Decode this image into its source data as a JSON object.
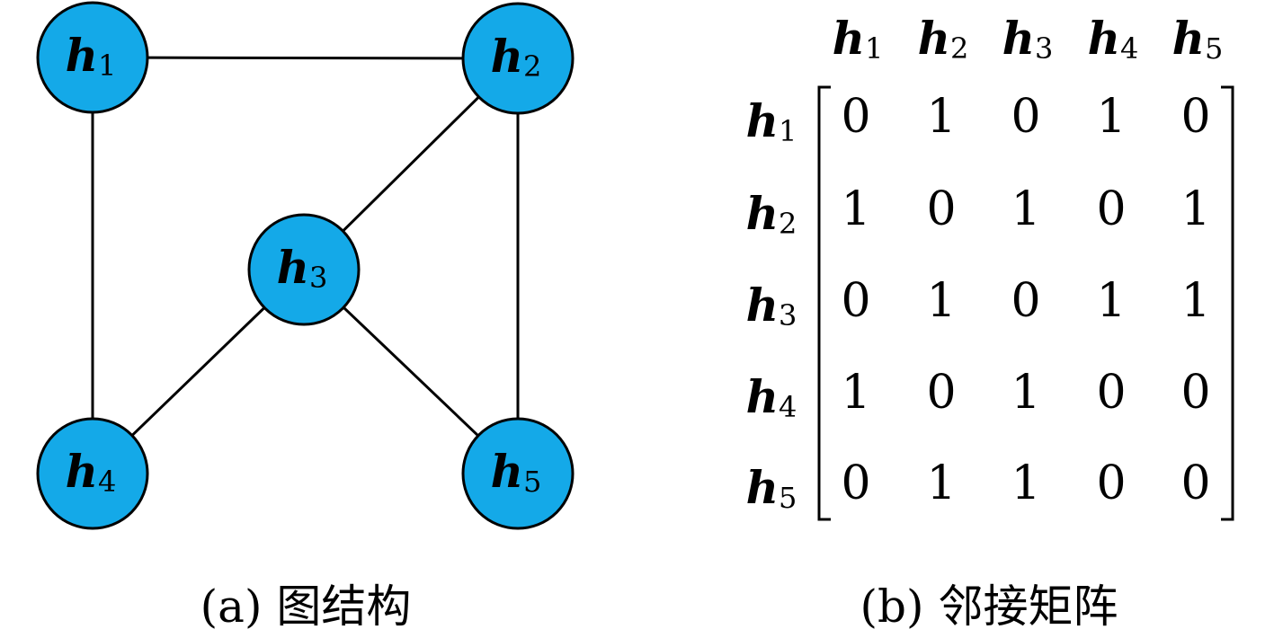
{
  "graph": {
    "node_color": "#14A9E8",
    "nodes": [
      {
        "id": "h1",
        "base": "h",
        "sub": "1"
      },
      {
        "id": "h2",
        "base": "h",
        "sub": "2"
      },
      {
        "id": "h3",
        "base": "h",
        "sub": "3"
      },
      {
        "id": "h4",
        "base": "h",
        "sub": "4"
      },
      {
        "id": "h5",
        "base": "h",
        "sub": "5"
      }
    ],
    "edges": [
      [
        "h1",
        "h2"
      ],
      [
        "h1",
        "h4"
      ],
      [
        "h2",
        "h3"
      ],
      [
        "h2",
        "h5"
      ],
      [
        "h3",
        "h4"
      ],
      [
        "h3",
        "h5"
      ]
    ]
  },
  "matrix": {
    "col_labels": [
      {
        "base": "h",
        "sub": "1"
      },
      {
        "base": "h",
        "sub": "2"
      },
      {
        "base": "h",
        "sub": "3"
      },
      {
        "base": "h",
        "sub": "4"
      },
      {
        "base": "h",
        "sub": "5"
      }
    ],
    "row_labels": [
      {
        "base": "h",
        "sub": "1"
      },
      {
        "base": "h",
        "sub": "2"
      },
      {
        "base": "h",
        "sub": "3"
      },
      {
        "base": "h",
        "sub": "4"
      },
      {
        "base": "h",
        "sub": "5"
      }
    ],
    "rows": [
      [
        "0",
        "1",
        "0",
        "1",
        "0"
      ],
      [
        "1",
        "0",
        "1",
        "0",
        "1"
      ],
      [
        "0",
        "1",
        "0",
        "1",
        "1"
      ],
      [
        "1",
        "0",
        "1",
        "0",
        "0"
      ],
      [
        "0",
        "1",
        "1",
        "0",
        "0"
      ]
    ]
  },
  "captions": {
    "a": "(a) 图结构",
    "b": "(b) 邻接矩阵"
  }
}
